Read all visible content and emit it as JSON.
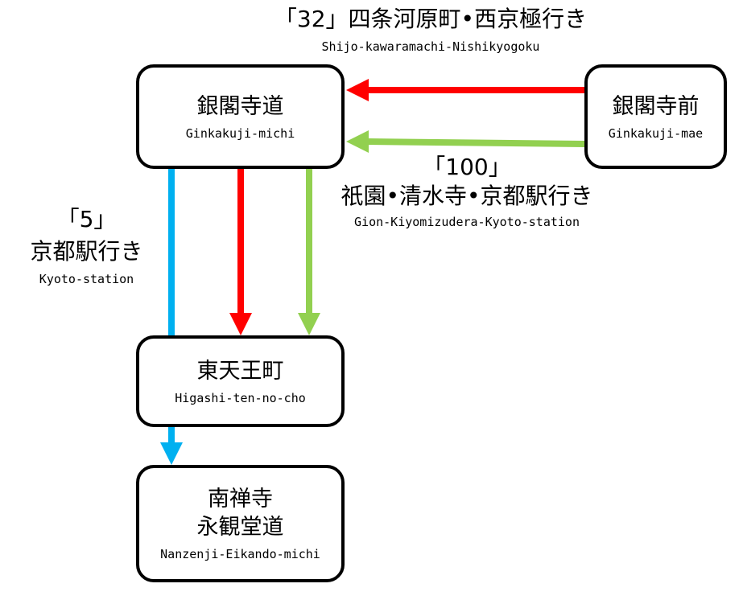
{
  "stops": {
    "ginkakuji_michi": {
      "jp": "銀閣寺道",
      "en": "Ginkakuji-michi"
    },
    "ginkakuji_mae": {
      "jp": "銀閣寺前",
      "en": "Ginkakuji-mae"
    },
    "higashi_ten_no_cho": {
      "jp": "東天王町",
      "en": "Higashi-ten-no-cho"
    },
    "nanzenji": {
      "jp1": "南禅寺",
      "jp2": "永観堂道",
      "en": "Nanzenji-Eikando-michi"
    }
  },
  "routes": {
    "route32": {
      "number": "「32」",
      "dest_jp": "四条河原町•西京極行き",
      "dest_en": "Shijo-kawaramachi-Nishikyogoku",
      "color": "#ff0000"
    },
    "route100": {
      "number": "「100」",
      "dest_jp": "祇園•清水寺•京都駅行き",
      "dest_en": "Gion-Kiyomizudera-Kyoto-station",
      "color": "#92d050"
    },
    "route5": {
      "number": "「5」",
      "dest_jp": "京都駅行き",
      "dest_en": "Kyoto-station",
      "color": "#00b0f0"
    }
  }
}
